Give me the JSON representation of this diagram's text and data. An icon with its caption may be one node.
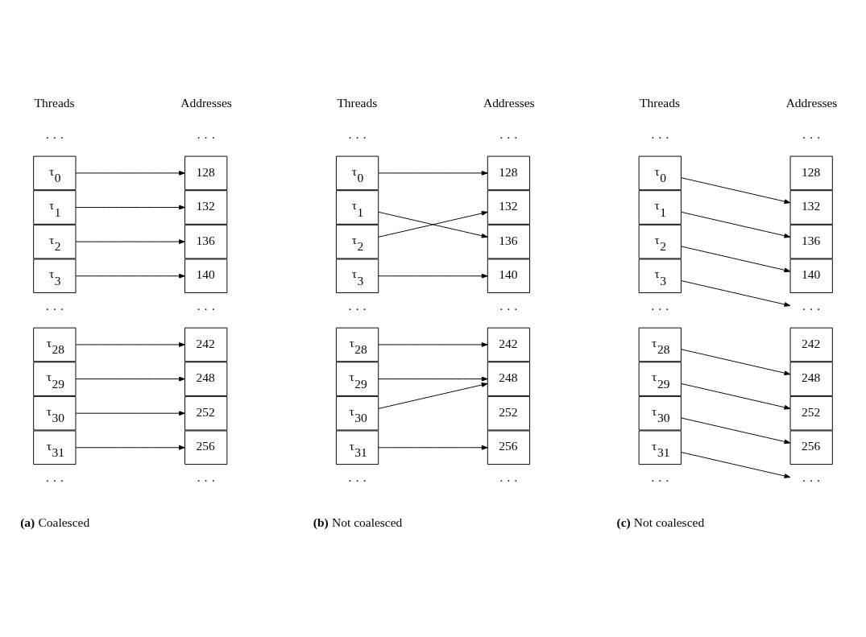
{
  "diagram": {
    "nodes": [
      {
        "text": [
          "τ$_{0}$"
        ]
      },
      {
        "text": [
          "τ$_{1}$"
        ]
      },
      {
        "text": [
          "τ$_{2}$"
        ]
      },
      {
        "text": [
          "τ$_{3}$"
        ]
      },
      {
        "text": [
          "τ$_{28}$"
        ]
      },
      {
        "text": [
          "τ$_{29}$"
        ]
      },
      {
        "text": [
          "τ$_{30}$"
        ]
      },
      {
        "text": [
          "τ$_{31}$"
        ]
      },
      {
        "text": [
          "128"
        ]
      },
      {
        "text": [
          "132"
        ]
      },
      {
        "text": [
          "136"
        ]
      },
      {
        "text": [
          "140"
        ]
      },
      {
        "text": [
          "242"
        ]
      },
      {
        "text": [
          "248"
        ]
      },
      {
        "text": [
          "252"
        ]
      },
      {
        "text": [
          "256"
        ]
      },
      {
        "text": [
          "τ$_{0}$"
        ]
      },
      {
        "text": [
          "τ$_{1}$"
        ]
      },
      {
        "text": [
          "τ$_{2}$"
        ]
      },
      {
        "text": [
          "τ$_{3}$"
        ]
      },
      {
        "text": [
          "τ$_{28}$"
        ]
      },
      {
        "text": [
          "τ$_{29}$"
        ]
      },
      {
        "text": [
          "τ$_{30}$"
        ]
      },
      {
        "text": [
          "τ$_{31}$"
        ]
      },
      {
        "text": [
          "128"
        ]
      },
      {
        "text": [
          "132"
        ]
      },
      {
        "text": [
          "136"
        ]
      },
      {
        "text": [
          "140"
        ]
      },
      {
        "text": [
          "242"
        ]
      },
      {
        "text": [
          "248"
        ]
      },
      {
        "text": [
          "252"
        ]
      },
      {
        "text": [
          "256"
        ]
      },
      {
        "text": [
          "τ$_{0}$"
        ]
      },
      {
        "text": [
          "τ$_{1}$"
        ]
      },
      {
        "text": [
          "τ$_{2}$"
        ]
      },
      {
        "text": [
          "τ$_{3}$"
        ]
      },
      {
        "text": [
          "τ$_{28}$"
        ]
      },
      {
        "text": [
          "τ$_{29}$"
        ]
      },
      {
        "text": [
          "τ$_{30}$"
        ]
      },
      {
        "text": [
          "τ$_{31}$"
        ]
      },
      {
        "text": [
          "128"
        ]
      },
      {
        "text": [
          "132"
        ]
      },
      {
        "text": [
          "136"
        ]
      },
      {
        "text": [
          "140"
        ]
      },
      {
        "text": [
          "· · ·"
        ]
      },
      {
        "text": [
          "242"
        ]
      },
      {
        "text": [
          "248"
        ]
      },
      {
        "text": [
          "252"
        ]
      },
      {
        "text": [
          "256"
        ]
      },
      {
        "text": [
          "· · ·"
        ]
      }
    ],
    "edges": [
      {
        "from": 0,
        "to": 8,
        "arrow": "to"
      },
      {
        "from": 1,
        "to": 9,
        "arrow": "to"
      },
      {
        "from": 2,
        "to": 10,
        "arrow": "to"
      },
      {
        "from": 3,
        "to": 11,
        "arrow": "to"
      },
      {
        "from": 4,
        "to": 12,
        "arrow": "to"
      },
      {
        "from": 5,
        "to": 13,
        "arrow": "to"
      },
      {
        "from": 6,
        "to": 14,
        "arrow": "to"
      },
      {
        "from": 7,
        "to": 15,
        "arrow": "to"
      },
      {
        "from": 16,
        "to": 24,
        "arrow": "to"
      },
      {
        "from": 17,
        "to": 26,
        "arrow": "to"
      },
      {
        "from": 18,
        "to": 25,
        "arrow": "to"
      },
      {
        "from": 19,
        "to": 27,
        "arrow": "to"
      },
      {
        "from": 20,
        "to": 28,
        "arrow": "to"
      },
      {
        "from": 21,
        "to": 29,
        "arrow": "to"
      },
      {
        "from": 22,
        "to": 29,
        "arrow": "to"
      },
      {
        "from": 23,
        "to": 31,
        "arrow": "to"
      },
      {
        "from": 32,
        "to": 41,
        "arrow": "to"
      },
      {
        "from": 33,
        "to": 42,
        "arrow": "to"
      },
      {
        "from": 34,
        "to": 43,
        "arrow": "to"
      },
      {
        "from": 35,
        "to": 44,
        "arrow": "to"
      },
      {
        "from": 36,
        "to": 46,
        "arrow": "to"
      },
      {
        "from": 37,
        "to": 47,
        "arrow": "to"
      },
      {
        "from": 38,
        "to": 48,
        "arrow": "to"
      },
      {
        "from": 39,
        "to": 49,
        "arrow": "to"
      }
    ],
    "labels": [
      "Threads",
      "Addresses",
      "Threads",
      "Addresses",
      "Threads",
      "Addresses",
      "· · ·",
      "· · ·",
      "· · ·",
      "· · ·",
      "· · ·",
      "· · ·",
      "· · ·",
      "· · ·",
      "· · ·",
      "· · ·",
      "· · ·",
      "· · ·",
      "· · ·",
      "· · ·",
      "· · ·",
      "· · ·",
      "**(a)** Coalesced",
      "**(b)** Not coalesced",
      "**(c)** Not coalesced"
    ]
  }
}
